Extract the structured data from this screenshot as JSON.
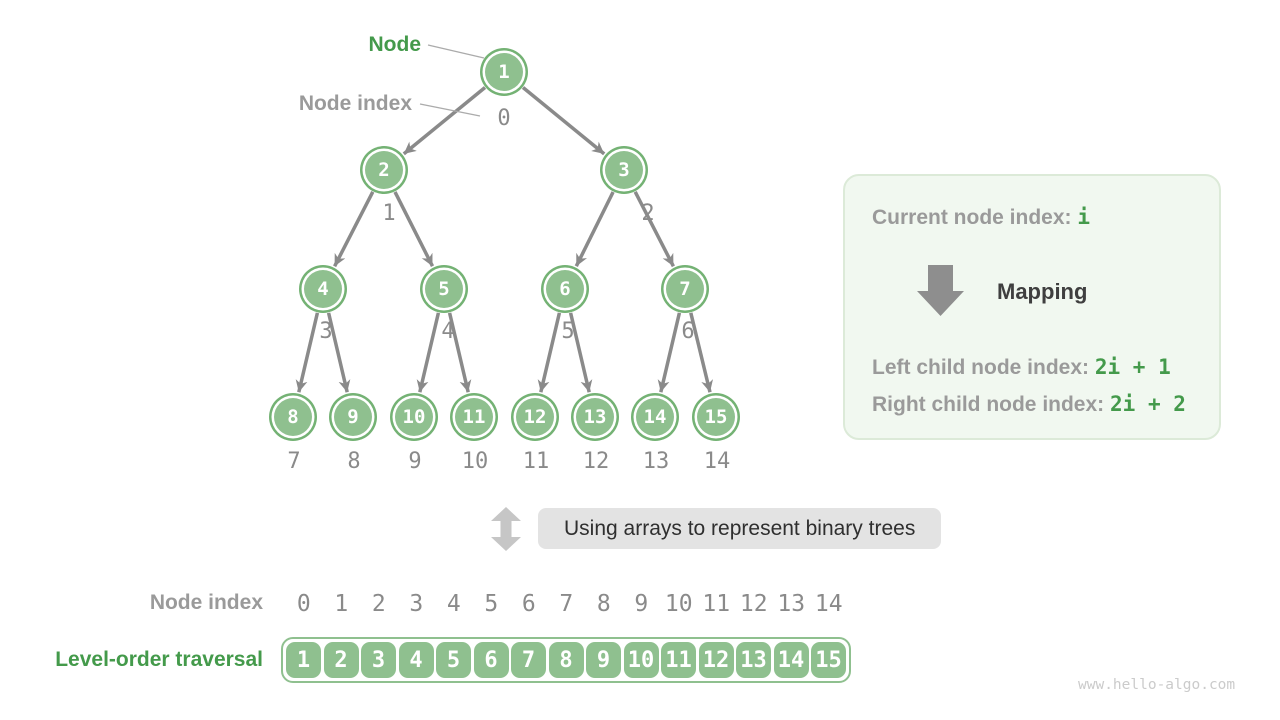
{
  "page": {
    "watermark": "www.hello-algo.com"
  },
  "colors": {
    "node_fill": "#8fc08f",
    "node_ring": "#74b274",
    "edge_gray": "#8a8a8a",
    "pointer_line_gray": "#ababab",
    "green_text": "#449a4b",
    "gray_label": "#9a9a9a",
    "index_gray": "#8a8a8a",
    "dark_text": "#3f3f3f",
    "legend_bg": "#f1f8f0",
    "legend_border": "#dcead8",
    "legend_arrow": "#8e8e8e",
    "caption_bg": "#e3e3e3",
    "double_arrow": "#c6c6c6",
    "watermark_gray": "#cbcbcb"
  },
  "tree": {
    "node_label": "Node",
    "node_index_label": "Node index",
    "nodes": [
      {
        "value": "1",
        "index": "0"
      },
      {
        "value": "2",
        "index": "1"
      },
      {
        "value": "3",
        "index": "2"
      },
      {
        "value": "4",
        "index": "3"
      },
      {
        "value": "5",
        "index": "4"
      },
      {
        "value": "6",
        "index": "5"
      },
      {
        "value": "7",
        "index": "6"
      },
      {
        "value": "8",
        "index": "7"
      },
      {
        "value": "9",
        "index": "8"
      },
      {
        "value": "10",
        "index": "9"
      },
      {
        "value": "11",
        "index": "10"
      },
      {
        "value": "12",
        "index": "11"
      },
      {
        "value": "13",
        "index": "12"
      },
      {
        "value": "14",
        "index": "13"
      },
      {
        "value": "15",
        "index": "14"
      }
    ]
  },
  "legend": {
    "current_label": "Current node index:",
    "current_value": "i",
    "mapping_label": "Mapping",
    "left_label": "Left child node index:",
    "left_value": "2i + 1",
    "right_label": "Right child node index:",
    "right_value": "2i + 2"
  },
  "caption": {
    "text": "Using arrays to represent binary trees"
  },
  "array_view": {
    "index_label": "Node index",
    "indices": [
      "0",
      "1",
      "2",
      "3",
      "4",
      "5",
      "6",
      "7",
      "8",
      "9",
      "10",
      "11",
      "12",
      "13",
      "14"
    ],
    "traversal_label": "Level-order traversal",
    "values": [
      "1",
      "2",
      "3",
      "4",
      "5",
      "6",
      "7",
      "8",
      "9",
      "10",
      "11",
      "12",
      "13",
      "14",
      "15"
    ]
  }
}
